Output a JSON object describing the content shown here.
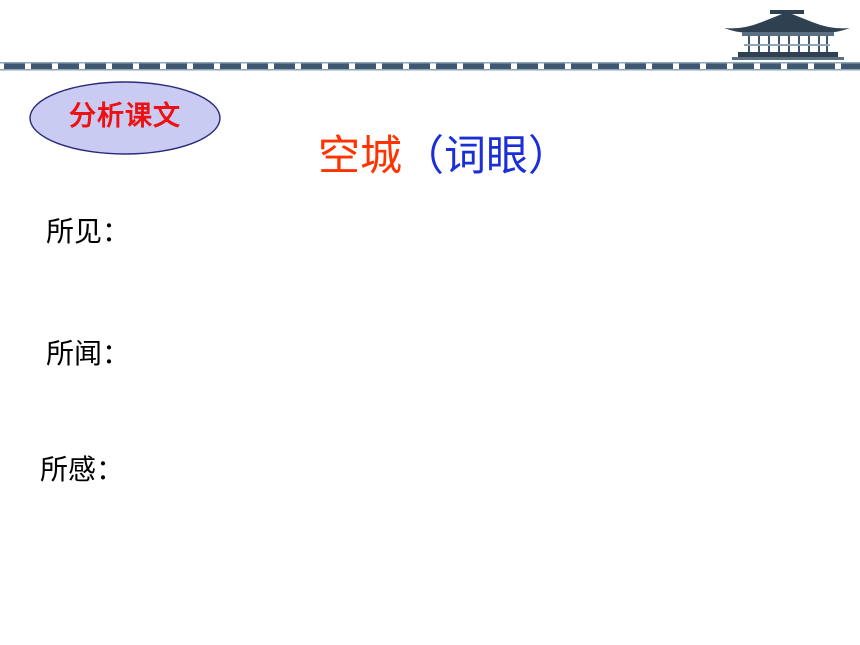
{
  "slide": {
    "badge_label": "分析课文",
    "title_main": "空城",
    "title_sub": "（词眼）",
    "items": [
      {
        "label": "所见："
      },
      {
        "label": "所闻："
      },
      {
        "label": "所感："
      }
    ]
  },
  "colors": {
    "badge_fill": "#c9cbf2",
    "badge_text": "#ee1111",
    "title_main": "#ff3300",
    "title_sub": "#1a2fd6",
    "border_dark": "#3d5870",
    "border_light": "#8fa6b6"
  },
  "icons": {
    "header_art": "chinese-pavilion-icon"
  }
}
